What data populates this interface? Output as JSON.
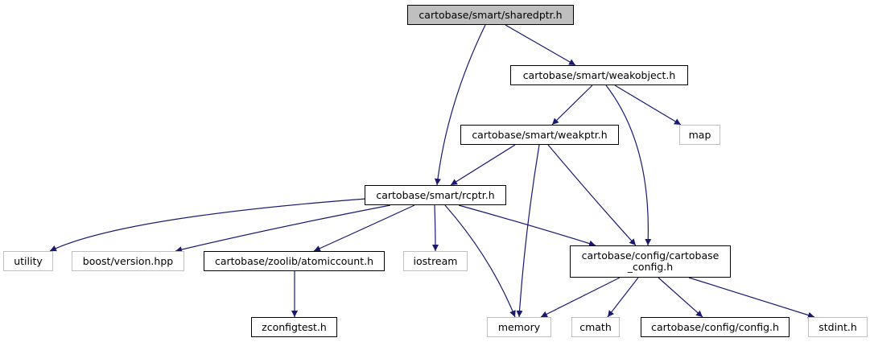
{
  "graph": {
    "edge_color": "#191970",
    "nodes": [
      {
        "id": "sharedptr",
        "label": "cartobase/smart/sharedptr.h",
        "kind": "root"
      },
      {
        "id": "weakobject",
        "label": "cartobase/smart/weakobject.h",
        "kind": "doc"
      },
      {
        "id": "weakptr",
        "label": "cartobase/smart/weakptr.h",
        "kind": "doc"
      },
      {
        "id": "map",
        "label": "map",
        "kind": "ext"
      },
      {
        "id": "rcptr",
        "label": "cartobase/smart/rcptr.h",
        "kind": "doc"
      },
      {
        "id": "utility",
        "label": "utility",
        "kind": "ext"
      },
      {
        "id": "boostversion",
        "label": "boost/version.hpp",
        "kind": "ext"
      },
      {
        "id": "atomiccount",
        "label": "cartobase/zoolib/atomiccount.h",
        "kind": "doc"
      },
      {
        "id": "iostream",
        "label": "iostream",
        "kind": "ext"
      },
      {
        "id": "cartobaseconfig",
        "label": "cartobase/config/cartobase\n_config.h",
        "kind": "doc"
      },
      {
        "id": "zconfigtest",
        "label": "zconfigtest.h",
        "kind": "doc"
      },
      {
        "id": "memory",
        "label": "memory",
        "kind": "ext"
      },
      {
        "id": "cmath",
        "label": "cmath",
        "kind": "ext"
      },
      {
        "id": "config",
        "label": "cartobase/config/config.h",
        "kind": "doc"
      },
      {
        "id": "stdint",
        "label": "stdint.h",
        "kind": "ext"
      }
    ],
    "edges": [
      {
        "from": "sharedptr",
        "to": "weakobject"
      },
      {
        "from": "sharedptr",
        "to": "rcptr"
      },
      {
        "from": "weakobject",
        "to": "weakptr"
      },
      {
        "from": "weakobject",
        "to": "map"
      },
      {
        "from": "weakobject",
        "to": "cartobaseconfig"
      },
      {
        "from": "weakptr",
        "to": "rcptr"
      },
      {
        "from": "weakptr",
        "to": "memory"
      },
      {
        "from": "weakptr",
        "to": "cartobaseconfig"
      },
      {
        "from": "rcptr",
        "to": "utility"
      },
      {
        "from": "rcptr",
        "to": "boostversion"
      },
      {
        "from": "rcptr",
        "to": "atomiccount"
      },
      {
        "from": "rcptr",
        "to": "iostream"
      },
      {
        "from": "rcptr",
        "to": "memory"
      },
      {
        "from": "rcptr",
        "to": "cartobaseconfig"
      },
      {
        "from": "atomiccount",
        "to": "zconfigtest"
      },
      {
        "from": "cartobaseconfig",
        "to": "memory"
      },
      {
        "from": "cartobaseconfig",
        "to": "cmath"
      },
      {
        "from": "cartobaseconfig",
        "to": "config"
      },
      {
        "from": "cartobaseconfig",
        "to": "stdint"
      }
    ]
  }
}
